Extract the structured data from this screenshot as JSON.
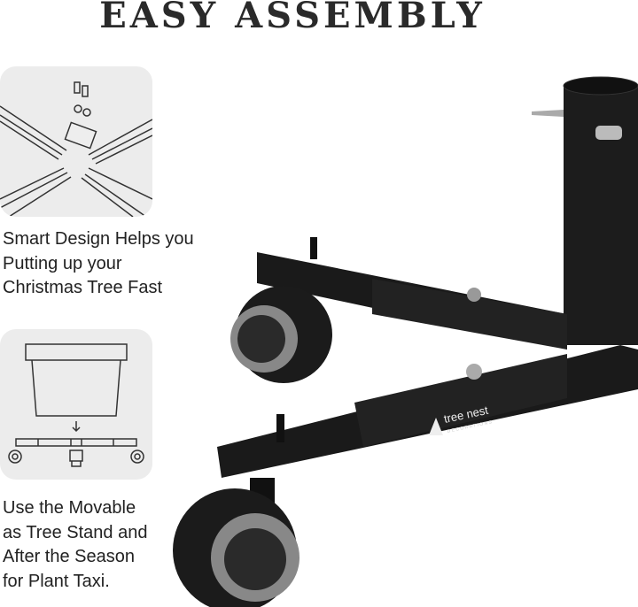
{
  "title": "EASY ASSEMBLY",
  "features": [
    {
      "icon": "assembly-cross-icon",
      "lines": [
        "Smart Design Helps you",
        "Putting up your",
        "Christmas Tree Fast"
      ]
    },
    {
      "icon": "plant-taxi-icon",
      "lines": [
        "Use the Movable",
        "as Tree Stand and",
        "After the Season",
        "for Plant Taxi."
      ]
    }
  ],
  "brand": {
    "name": "tree nest",
    "sub": "DECORATIONS"
  }
}
